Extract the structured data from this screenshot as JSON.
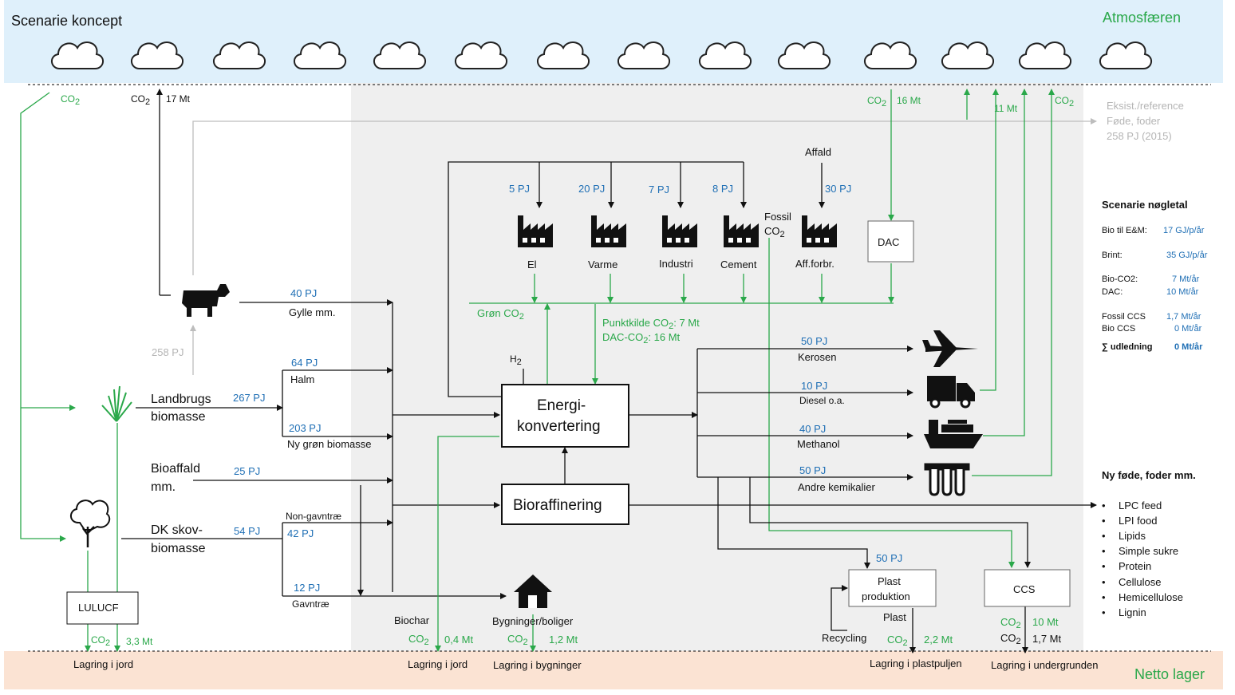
{
  "header": {
    "title": "Scenarie koncept",
    "atmosphere": "Atmosfæren"
  },
  "footer": {
    "netto": "Netto lager",
    "storage": [
      "Lagring i jord",
      "Lagring i jord",
      "Lagring i bygninger",
      "Lagring i plastpuljen",
      "Lagring i undergrunden"
    ]
  },
  "top": {
    "co2": "CO",
    "sub2": "2",
    "mt17": "17 Mt",
    "mt16": "16 Mt",
    "mt11": "11 Mt",
    "eksist": [
      "Eksist./reference",
      "Føde, foder",
      "258 PJ (2015)"
    ]
  },
  "sources": {
    "landbrug": [
      "Landbrugs",
      "biomasse"
    ],
    "landbrug_pj": "267 PJ",
    "bioaffald": [
      "Bioaffald",
      "mm."
    ],
    "bioaffald_pj": "25 PJ",
    "skov": [
      "DK skov-",
      "biomasse"
    ],
    "skov_pj": "54 PJ",
    "gylle_pj": "40 PJ",
    "gylle": "Gylle mm.",
    "pj258": "258 PJ",
    "halm_pj": "64 PJ",
    "halm": "Halm",
    "ny_pj": "203 PJ",
    "ny": "Ny grøn biomasse",
    "nongav": "Non-gavntræ",
    "nongav_pj": "42 PJ",
    "gav_pj": "12 PJ",
    "gav": "Gavntræ",
    "lulucf": "LULUCF",
    "mt33": "3,3 Mt"
  },
  "plants": {
    "items": [
      {
        "pj": "5 PJ",
        "label": "El"
      },
      {
        "pj": "20 PJ",
        "label": "Varme"
      },
      {
        "pj": "7 PJ",
        "label": "Industri"
      },
      {
        "pj": "8 PJ",
        "label": "Cement"
      },
      {
        "pj": "30 PJ",
        "label": "Aff.forbr."
      }
    ],
    "affald": "Affald",
    "fossil": "Fossil",
    "dac": "DAC",
    "gron": "Grøn CO",
    "punkt": "Punktkilde CO",
    "punkt_val": ": 7 Mt",
    "dac_co2": "DAC-CO",
    "dac_val": ": 16 Mt",
    "h2": "H"
  },
  "boxes": {
    "energi": [
      "Energi-",
      "konvertering"
    ],
    "bioraff": "Bioraffinering"
  },
  "products": [
    {
      "pj": "50 PJ",
      "label": "Kerosen"
    },
    {
      "pj": "10 PJ",
      "label": "Diesel o.a."
    },
    {
      "pj": "40 PJ",
      "label": "Methanol"
    },
    {
      "pj": "50 PJ",
      "label": "Andre kemikalier"
    }
  ],
  "lower": {
    "biochar": "Biochar",
    "mt04": "0,4 Mt",
    "bygninger": "Bygninger/boliger",
    "mt12": "1,2 Mt",
    "plast_pj": "50 PJ",
    "plast": [
      "Plast",
      "produktion"
    ],
    "plast_lbl": "Plast",
    "recycling": "Recycling",
    "mt22": "2,2 Mt",
    "ccs": "CCS",
    "mt10": "10 Mt",
    "mt17b": "1,7 Mt"
  },
  "key": {
    "title": "Scenarie nøgletal",
    "rows": [
      {
        "label": "Bio til E&M:",
        "value": "17 GJ/p/år"
      },
      {
        "label": "Brint:",
        "value": "35 GJ/p/år"
      },
      {
        "label": "Bio-CO2:",
        "value": "7 Mt/år"
      },
      {
        "label": "DAC:",
        "value": "10 Mt/år"
      },
      {
        "label": "Fossil CCS",
        "value": "1,7 Mt/år"
      },
      {
        "label": "Bio CCS",
        "value": "0 Mt/år"
      },
      {
        "label": "∑ udledning",
        "value": "0 Mt/år"
      }
    ]
  },
  "food": {
    "title": "Ny føde, foder mm.",
    "items": [
      "LPC feed",
      "LPI food",
      "Lipids",
      "Simple sukre",
      "Protein",
      "Cellulose",
      "Hemicellulose",
      "Lignin"
    ]
  },
  "colors": {
    "sky": "#dff0fb",
    "ground": "#fbe3d3",
    "panel": "#efefef",
    "green": "#2aa84a",
    "blue": "#1f6fb5"
  }
}
